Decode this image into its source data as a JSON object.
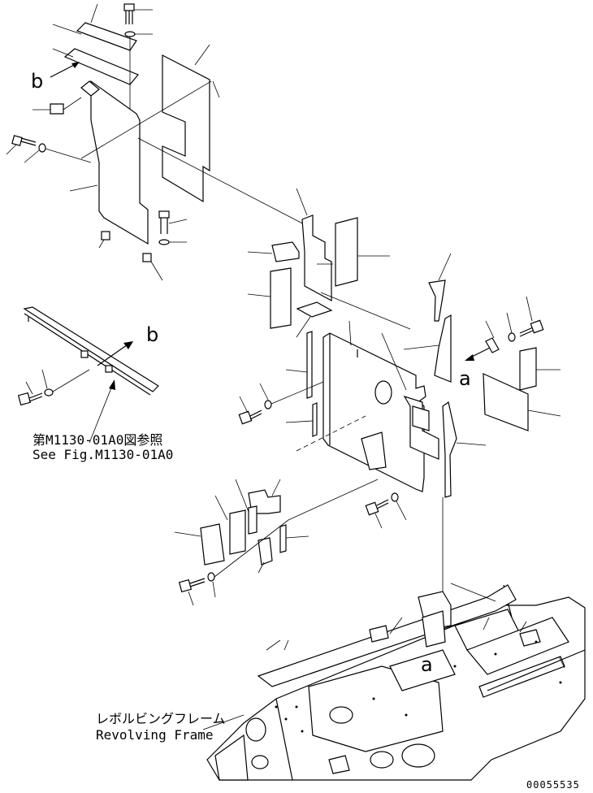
{
  "callouts": {
    "ref_b_upper": "b",
    "ref_b_lower": "b",
    "ref_a_right": "a",
    "ref_a_frame": "a"
  },
  "references": {
    "see_fig_jp": "第M1130-01A0図参照",
    "see_fig_en": "See Fig.M1130-01A0",
    "frame_jp": "レボルビングフレーム",
    "frame_en": "Revolving Frame"
  },
  "drawing_number": "00055535"
}
